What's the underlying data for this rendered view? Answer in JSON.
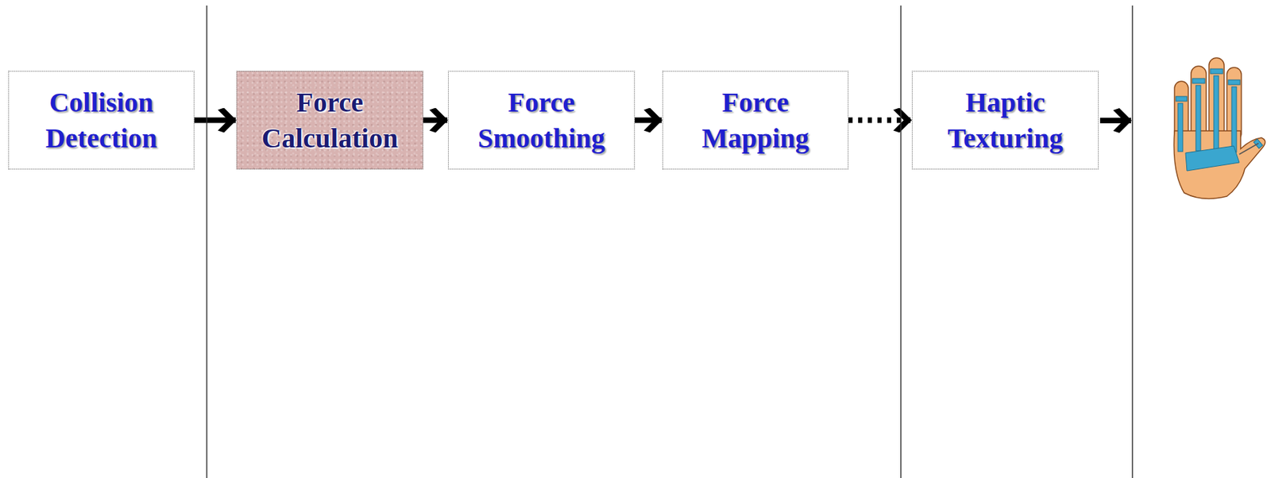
{
  "diagram": {
    "nodes": [
      {
        "text": [
          "Collision Detection"
        ]
      },
      {
        "text": [
          "Force Calculation"
        ]
      },
      {
        "text": [
          "Force Smoothing"
        ]
      },
      {
        "text": [
          "Force Mapping"
        ]
      },
      {
        "text": [
          "Haptic Texturing"
        ]
      }
    ],
    "edges": [
      {
        "from": 0,
        "to": 1,
        "arrow": "to"
      },
      {
        "from": 1,
        "to": 2,
        "arrow": "to"
      },
      {
        "from": 2,
        "to": 3,
        "arrow": "to"
      },
      {
        "from": 3,
        "to": 4,
        "arrow": "to"
      }
    ]
  }
}
